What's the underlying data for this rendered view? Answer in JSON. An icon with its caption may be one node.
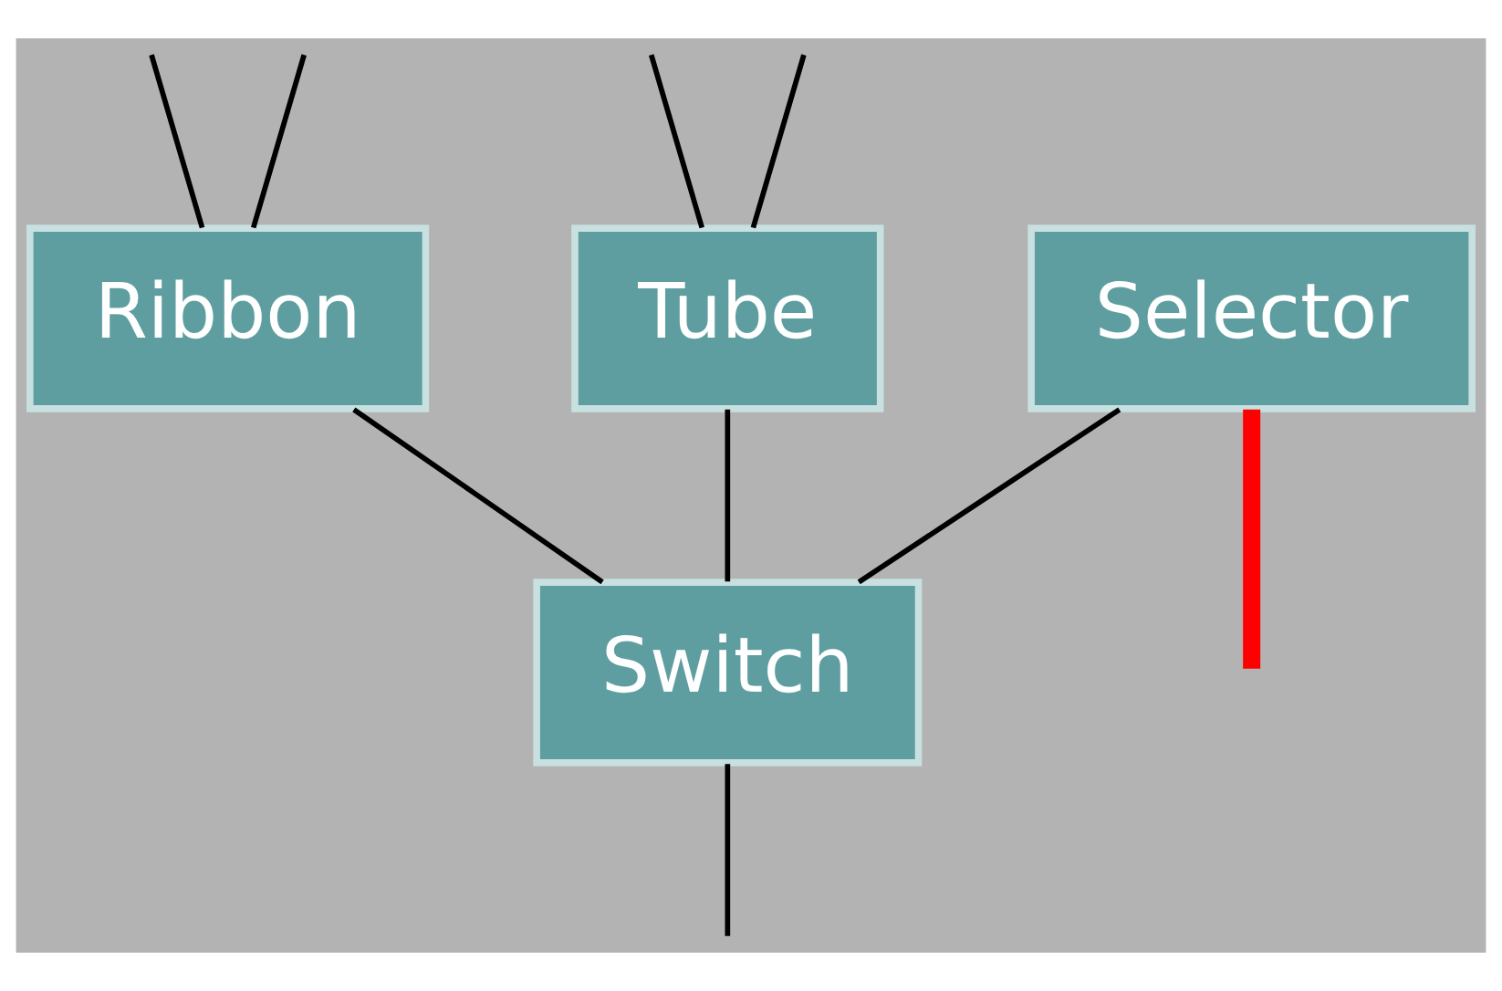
{
  "diagram": {
    "nodes": [
      {
        "text": [
          "Selector"
        ]
      },
      {
        "text": [
          "Ribbon"
        ]
      },
      {
        "text": [
          "Tube"
        ]
      },
      {
        "text": [
          "Switch"
        ]
      }
    ],
    "edges": [
      {
        "from": null,
        "to": 1,
        "arrow": "none"
      },
      {
        "from": null,
        "to": 1,
        "arrow": "none"
      },
      {
        "from": null,
        "to": 2,
        "arrow": "none"
      },
      {
        "from": null,
        "to": 2,
        "arrow": "none"
      },
      {
        "from": 0,
        "to": 3,
        "arrow": "none"
      },
      {
        "from": 1,
        "to": 3,
        "arrow": "none"
      },
      {
        "from": 2,
        "to": 3,
        "arrow": "none"
      },
      {
        "from": 3,
        "to": null,
        "arrow": "none"
      },
      {
        "from": 0,
        "to": null,
        "arrow": "none",
        "style": "thick",
        "color": "#ff0000"
      }
    ]
  }
}
